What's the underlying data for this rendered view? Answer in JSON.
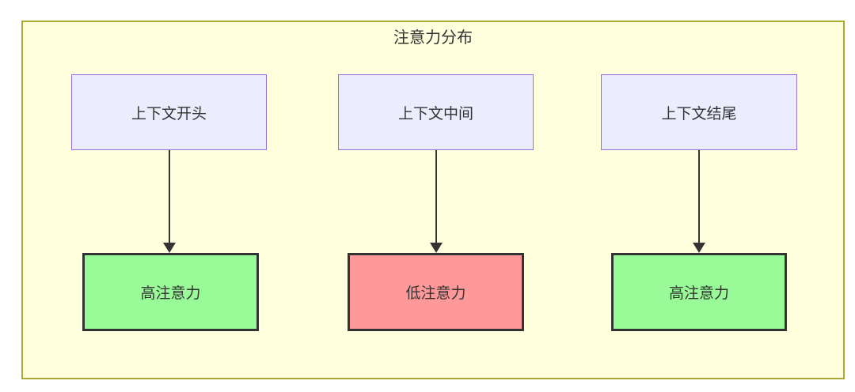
{
  "diagram": {
    "title": "注意力分布",
    "columns": [
      {
        "source_label": "上下文开头",
        "result_label": "高注意力",
        "attention_level": "high"
      },
      {
        "source_label": "上下文中间",
        "result_label": "低注意力",
        "attention_level": "low"
      },
      {
        "source_label": "上下文结尾",
        "result_label": "高注意力",
        "attention_level": "high"
      }
    ],
    "colors": {
      "frame_background": "#FFFFDE",
      "frame_border": "#AAAA33",
      "source_node_fill": "#ECECFF",
      "source_node_border": "#9370DB",
      "high_attention_fill": "#98FB98",
      "low_attention_fill": "#FF9999",
      "result_node_border": "#333333",
      "arrow_color": "#333333",
      "text_color": "#333333"
    }
  }
}
